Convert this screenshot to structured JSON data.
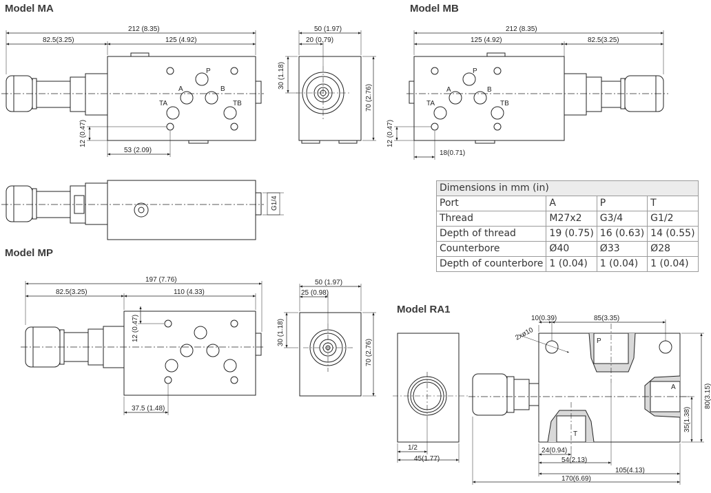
{
  "titles": {
    "ma": "Model MA",
    "mb": "Model MB",
    "mp": "Model MP",
    "ra1": "Model RA1"
  },
  "ma": {
    "dim_total": "212 (8.35)",
    "dim_knob": "82.5(3.25)",
    "dim_body": "125 (4.92)",
    "dim_hole_h": "12 (0.47)",
    "dim_hole_x": "53 (2.09)",
    "port_p": "P",
    "port_a": "A",
    "port_b": "B",
    "port_ta": "TA",
    "port_tb": "TB",
    "side_w": "50 (1.97)",
    "side_off": "20 (0.79)",
    "side_h1": "30 (1.18)",
    "side_h2": "70 (2.76)",
    "gauge": "G1/4"
  },
  "mb": {
    "dim_total": "212 (8.35)",
    "dim_body": "125 (4.92)",
    "dim_knob": "82.5(3.25)",
    "dim_hole_h": "12 (0.47)",
    "dim_hole_x": "18(0.71)",
    "port_p": "P",
    "port_a": "A",
    "port_b": "B",
    "port_ta": "TA",
    "port_tb": "TB"
  },
  "mp": {
    "dim_total": "197 (7.76)",
    "dim_knob": "82.5(3.25)",
    "dim_body": "110 (4.33)",
    "dim_hole_h": "12 (0.47)",
    "dim_hole_x": "37.5 (1.48)",
    "side_w": "50 (1.97)",
    "side_off": "25 (0.98)",
    "side_h1": "30 (1.18)",
    "side_h2": "70 (2.76)"
  },
  "ra1": {
    "dim_10": "10(0.39)",
    "dim_85": "85(3.35)",
    "dim_hole": "2xø10",
    "dim_80": "80(3.15)",
    "dim_35": "35(1.38)",
    "dim_half": "1/2",
    "dim_45": "45(1.77)",
    "dim_24": "24(0.94)",
    "dim_54": "54(2.13)",
    "dim_105": "105(4.13)",
    "dim_170": "170(6.69)",
    "port_p": "P",
    "port_a": "A",
    "port_t": "T"
  },
  "table": {
    "caption": "Dimensions in mm (in)",
    "header": [
      "Port",
      "A",
      "P",
      "T"
    ],
    "rows": [
      [
        "Thread",
        "M27x2",
        "G3/4",
        "G1/2"
      ],
      [
        "Depth of thread",
        "19 (0.75)",
        "16 (0.63)",
        "14 (0.55)"
      ],
      [
        "Counterbore",
        "Ø40",
        "Ø33",
        "Ø28"
      ],
      [
        "Depth of counterbore",
        "1 (0.04)",
        "1 (0.04)",
        "1 (0.04)"
      ]
    ]
  }
}
